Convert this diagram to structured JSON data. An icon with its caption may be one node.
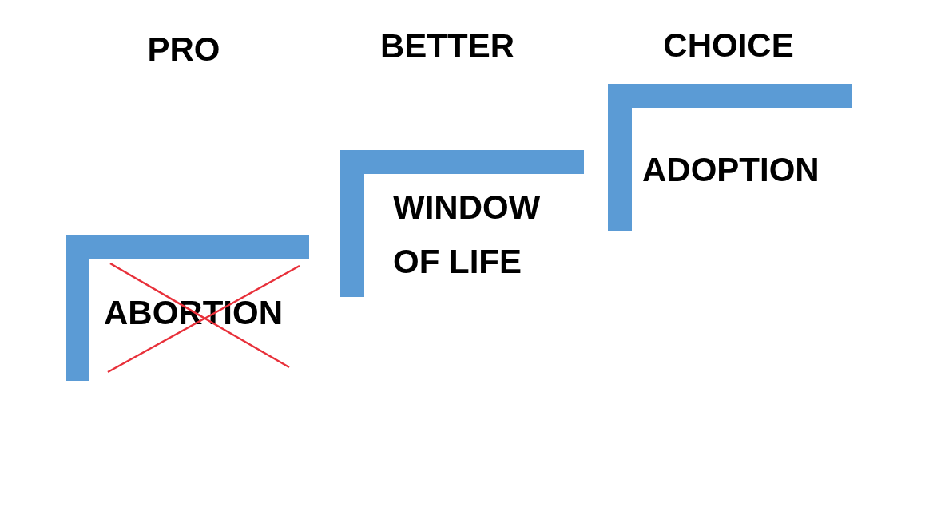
{
  "diagram": {
    "nodes": [
      {
        "text": [
          "ABORTION"
        ]
      },
      {
        "text": [
          "WINDOW OF LIFE"
        ]
      },
      {
        "text": [
          "ADOPTION"
        ]
      }
    ],
    "labels": [
      "PRO",
      "BETTER",
      "CHOICE"
    ]
  }
}
